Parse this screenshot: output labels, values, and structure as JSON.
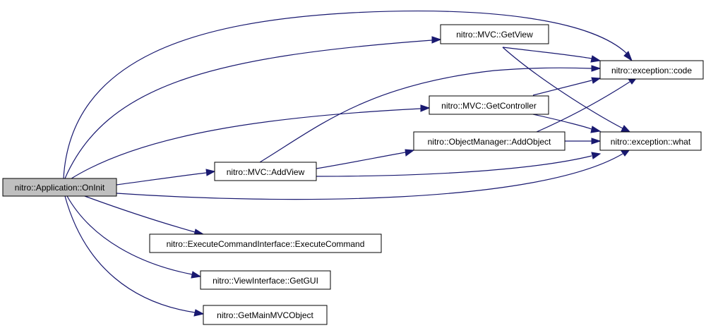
{
  "graph": {
    "colors": {
      "edge": "#191970",
      "node_border": "#000000",
      "root_fill": "#bfbfbf",
      "node_fill": "#ffffff"
    },
    "nodes": {
      "oninit": "nitro::Application::OnInit",
      "getview": "nitro::MVC::GetView",
      "getcontroller": "nitro::MVC::GetController",
      "addview": "nitro::MVC::AddView",
      "addobject": "nitro::ObjectManager::AddObject",
      "code": "nitro::exception::code",
      "what": "nitro::exception::what",
      "executecommand": "nitro::ExecuteCommandInterface::ExecuteCommand",
      "getgui": "nitro::ViewInterface::GetGUI",
      "getmainmvc": "nitro::GetMainMVCObject"
    },
    "edges": [
      {
        "from": "oninit",
        "to": "getview"
      },
      {
        "from": "oninit",
        "to": "code"
      },
      {
        "from": "oninit",
        "to": "getcontroller"
      },
      {
        "from": "oninit",
        "to": "addview"
      },
      {
        "from": "oninit",
        "to": "what"
      },
      {
        "from": "oninit",
        "to": "executecommand"
      },
      {
        "from": "oninit",
        "to": "getgui"
      },
      {
        "from": "oninit",
        "to": "getmainmvc"
      },
      {
        "from": "getview",
        "to": "code"
      },
      {
        "from": "getview",
        "to": "what"
      },
      {
        "from": "getcontroller",
        "to": "code"
      },
      {
        "from": "getcontroller",
        "to": "what"
      },
      {
        "from": "addview",
        "to": "code"
      },
      {
        "from": "addview",
        "to": "addobject"
      },
      {
        "from": "addview",
        "to": "what"
      },
      {
        "from": "addobject",
        "to": "code"
      },
      {
        "from": "addobject",
        "to": "what"
      }
    ]
  }
}
